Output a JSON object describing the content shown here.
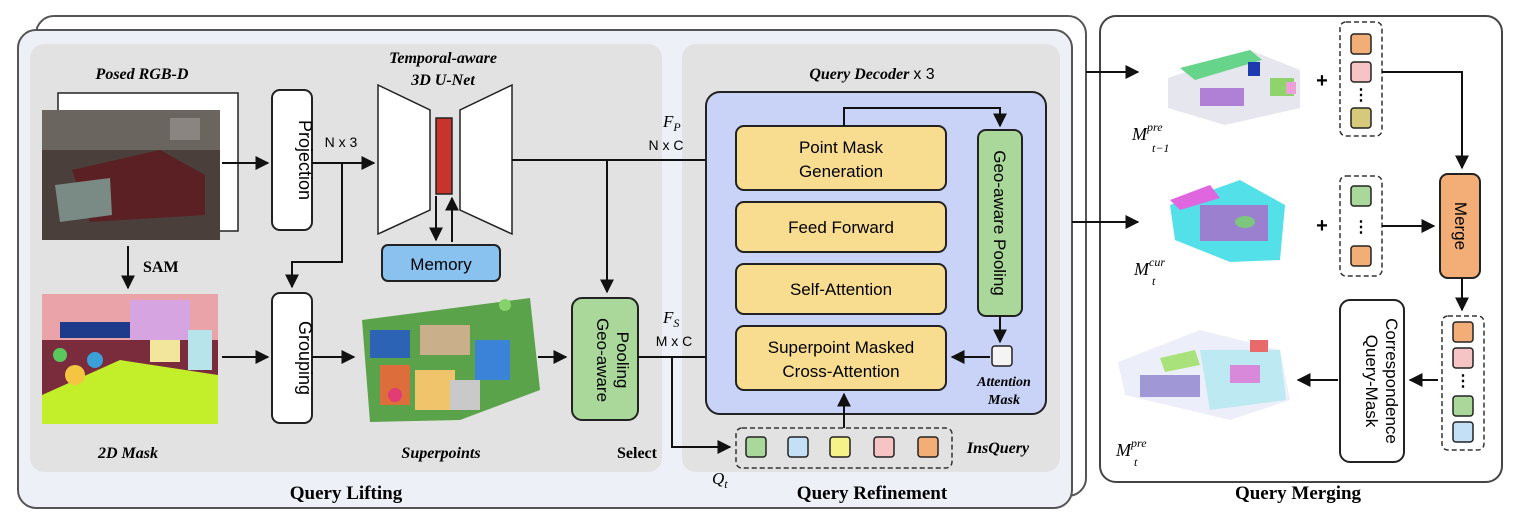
{
  "colors": {
    "panel_gray": "#e2e2e2",
    "decoder_blue": "#c9d3f7",
    "box_yellow": "#f8dc90",
    "box_green": "#a9d89a",
    "memory_blue": "#8ac2ef",
    "merge_orange": "#f3ae78",
    "unet_red": "#c8342b"
  },
  "lifting": {
    "title": "Query Lifting",
    "posed_rgbd": "Posed RGB-D",
    "sam": "SAM",
    "mask_2d": "2D Mask",
    "projection": "Projection",
    "n3": "N x 3",
    "grouping": "Grouping",
    "unet_line1": "Temporal-aware",
    "unet_line2": "3D U-Net",
    "memory": "Memory",
    "superpoints": "Superpoints",
    "geo_pool_line1": "Geo-aware",
    "geo_pool_line2": "Pooling",
    "select": "Select",
    "fp": "F",
    "fp_sub": "P",
    "nc": "N x C",
    "fs": "F",
    "fs_sub": "S",
    "mc": "M x C"
  },
  "refinement": {
    "title": "Query Refinement",
    "decoder_title": "Query Decoder",
    "decoder_times": "x 3",
    "point_mask_1": "Point Mask",
    "point_mask_2": "Generation",
    "feed_forward": "Feed Forward",
    "self_attention": "Self-Attention",
    "sp_cross_1": "Superpoint Masked",
    "sp_cross_2": "Cross-Attention",
    "geo_pool": "Geo-aware Pooling",
    "attn_mask_1": "Attention",
    "attn_mask_2": "Mask",
    "insquery": "InsQuery",
    "qt": "Q",
    "qt_sub": "t"
  },
  "merging": {
    "title": "Query Merging",
    "m_prev": "M",
    "m_prev_sup": "pre",
    "m_prev_sub": "t−1",
    "m_cur": "M",
    "m_cur_sup": "cur",
    "m_cur_sub": "t",
    "m_out": "M",
    "m_out_sup": "pre",
    "m_out_sub": "t",
    "plus": "+",
    "merge": "Merge",
    "qm_line1": "Query-Mask",
    "qm_line2": "Correspondence",
    "dots": "⋮"
  }
}
